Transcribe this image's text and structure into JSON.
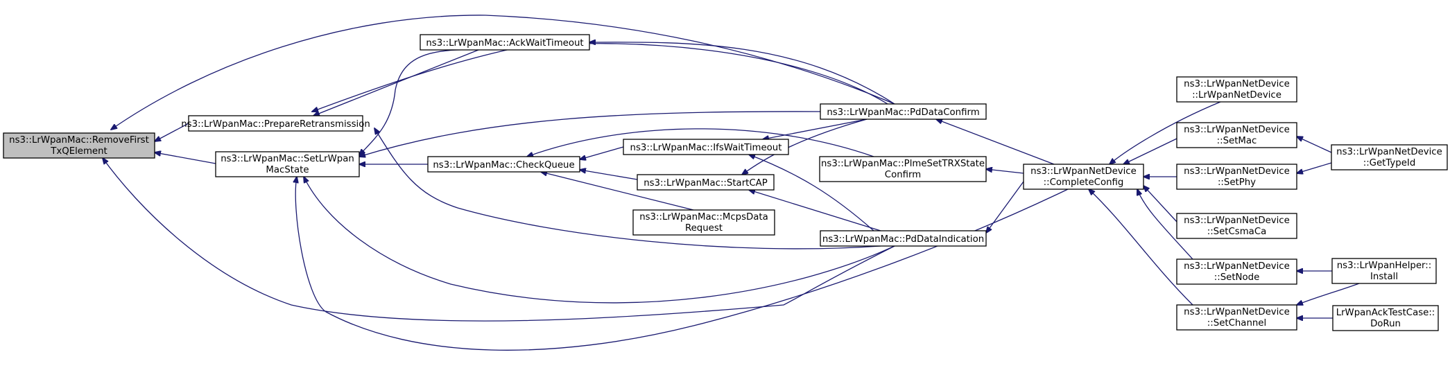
{
  "nodes": [
    {
      "id": "root",
      "lines": [
        "ns3::LrWpanMac::RemoveFirst",
        "TxQElement"
      ]
    },
    {
      "id": "prep",
      "lines": [
        "ns3::LrWpanMac::PrepareRetransmission"
      ]
    },
    {
      "id": "setstate",
      "lines": [
        "ns3::LrWpanMac::SetLrWpan",
        "MacState"
      ]
    },
    {
      "id": "ackwait",
      "lines": [
        "ns3::LrWpanMac::AckWaitTimeout"
      ]
    },
    {
      "id": "checkq",
      "lines": [
        "ns3::LrWpanMac::CheckQueue"
      ]
    },
    {
      "id": "ifs",
      "lines": [
        "ns3::LrWpanMac::IfsWaitTimeout"
      ]
    },
    {
      "id": "startcap",
      "lines": [
        "ns3::LrWpanMac::StartCAP"
      ]
    },
    {
      "id": "mcps",
      "lines": [
        "ns3::LrWpanMac::McpsData",
        "Request"
      ]
    },
    {
      "id": "pdconf",
      "lines": [
        "ns3::LrWpanMac::PdDataConfirm"
      ]
    },
    {
      "id": "plme",
      "lines": [
        "ns3::LrWpanMac::PlmeSetTRXState",
        "Confirm"
      ]
    },
    {
      "id": "pdind",
      "lines": [
        "ns3::LrWpanMac::PdDataIndication"
      ]
    },
    {
      "id": "complete",
      "lines": [
        "ns3::LrWpanNetDevice",
        "::CompleteConfig"
      ]
    },
    {
      "id": "ctor",
      "lines": [
        "ns3::LrWpanNetDevice",
        "::LrWpanNetDevice"
      ]
    },
    {
      "id": "setmac",
      "lines": [
        "ns3::LrWpanNetDevice",
        "::SetMac"
      ]
    },
    {
      "id": "setphy",
      "lines": [
        "ns3::LrWpanNetDevice",
        "::SetPhy"
      ]
    },
    {
      "id": "setcsma",
      "lines": [
        "ns3::LrWpanNetDevice",
        "::SetCsmaCa"
      ]
    },
    {
      "id": "setnode",
      "lines": [
        "ns3::LrWpanNetDevice",
        "::SetNode"
      ]
    },
    {
      "id": "setchan",
      "lines": [
        "ns3::LrWpanNetDevice",
        "::SetChannel"
      ]
    },
    {
      "id": "gettype",
      "lines": [
        "ns3::LrWpanNetDevice",
        "::GetTypeId"
      ]
    },
    {
      "id": "install",
      "lines": [
        "ns3::LrWpanHelper::",
        "Install"
      ]
    },
    {
      "id": "acktest",
      "lines": [
        "LrWpanAckTestCase::",
        "DoRun"
      ]
    }
  ],
  "edges": [
    {
      "from": "prep",
      "to": "root"
    },
    {
      "from": "setstate",
      "to": "root"
    },
    {
      "from": "pdconf",
      "to": "root"
    },
    {
      "from": "pdind",
      "to": "root"
    },
    {
      "from": "ackwait",
      "to": "prep"
    },
    {
      "from": "pdconf",
      "to": "prep"
    },
    {
      "from": "pdind",
      "to": "prep"
    },
    {
      "from": "ackwait",
      "to": "setstate"
    },
    {
      "from": "checkq",
      "to": "setstate"
    },
    {
      "from": "pdconf",
      "to": "setstate"
    },
    {
      "from": "pdind",
      "to": "setstate"
    },
    {
      "from": "complete",
      "to": "setstate"
    },
    {
      "from": "pdconf",
      "to": "ackwait"
    },
    {
      "from": "ifs",
      "to": "checkq"
    },
    {
      "from": "startcap",
      "to": "checkq"
    },
    {
      "from": "mcps",
      "to": "checkq"
    },
    {
      "from": "plme",
      "to": "checkq"
    },
    {
      "from": "pdconf",
      "to": "ifs"
    },
    {
      "from": "pdind",
      "to": "ifs"
    },
    {
      "from": "pdconf",
      "to": "startcap"
    },
    {
      "from": "pdind",
      "to": "startcap"
    },
    {
      "from": "complete",
      "to": "pdconf"
    },
    {
      "from": "complete",
      "to": "plme"
    },
    {
      "from": "complete",
      "to": "pdind"
    },
    {
      "from": "ctor",
      "to": "complete"
    },
    {
      "from": "setmac",
      "to": "complete"
    },
    {
      "from": "setphy",
      "to": "complete"
    },
    {
      "from": "setcsma",
      "to": "complete"
    },
    {
      "from": "setnode",
      "to": "complete"
    },
    {
      "from": "setchan",
      "to": "complete"
    },
    {
      "from": "gettype",
      "to": "setmac"
    },
    {
      "from": "gettype",
      "to": "setphy"
    },
    {
      "from": "install",
      "to": "setnode"
    },
    {
      "from": "install",
      "to": "setchan"
    },
    {
      "from": "acktest",
      "to": "setchan"
    }
  ],
  "colors": {
    "edge": "#191970",
    "root_fill": "#bfbfbf",
    "node_fill": "#ffffff",
    "node_border": "#000000"
  }
}
